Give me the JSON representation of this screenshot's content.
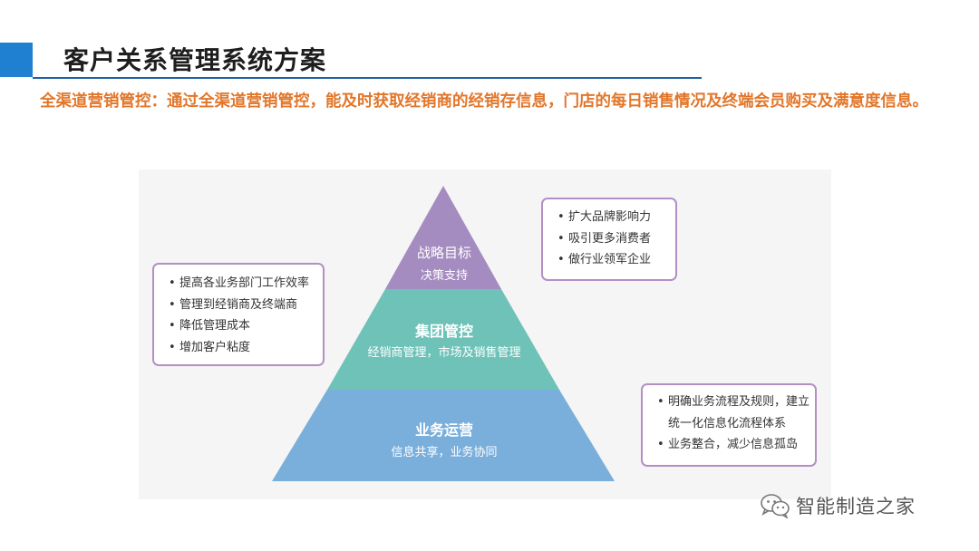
{
  "title": "客户关系管理系统方案",
  "intro": "全渠道营销管控：通过全渠道营销管控，能及时获取经销商的经销存信息，门店的每日销售情况及终端会员购买及满意度信息。",
  "pyramid": {
    "top": {
      "title": "战略目标",
      "sub": "决策支持",
      "color": "#a58cc0"
    },
    "middle": {
      "title": "集团管控",
      "sub": "经销商管理，市场及销售管理",
      "color": "#6ec2b8"
    },
    "bottom": {
      "title": "业务运营",
      "sub": "信息共享，业务协同",
      "color": "#7aaedb"
    }
  },
  "left_box": {
    "items": [
      "提高各业务部门工作效率",
      "管理到经销商及终端商",
      "降低管理成本",
      "增加客户粘度"
    ]
  },
  "top_right_box": {
    "items": [
      "扩大品牌影响力",
      "吸引更多消费者",
      "做行业领军企业"
    ]
  },
  "bottom_right_box": {
    "items": [
      "明确业务流程及规则，建立统一化信息化流程体系",
      "业务整合，减少信息孤岛"
    ]
  },
  "watermark": {
    "text": "智能制造之家",
    "icon": "wechat-icon"
  }
}
